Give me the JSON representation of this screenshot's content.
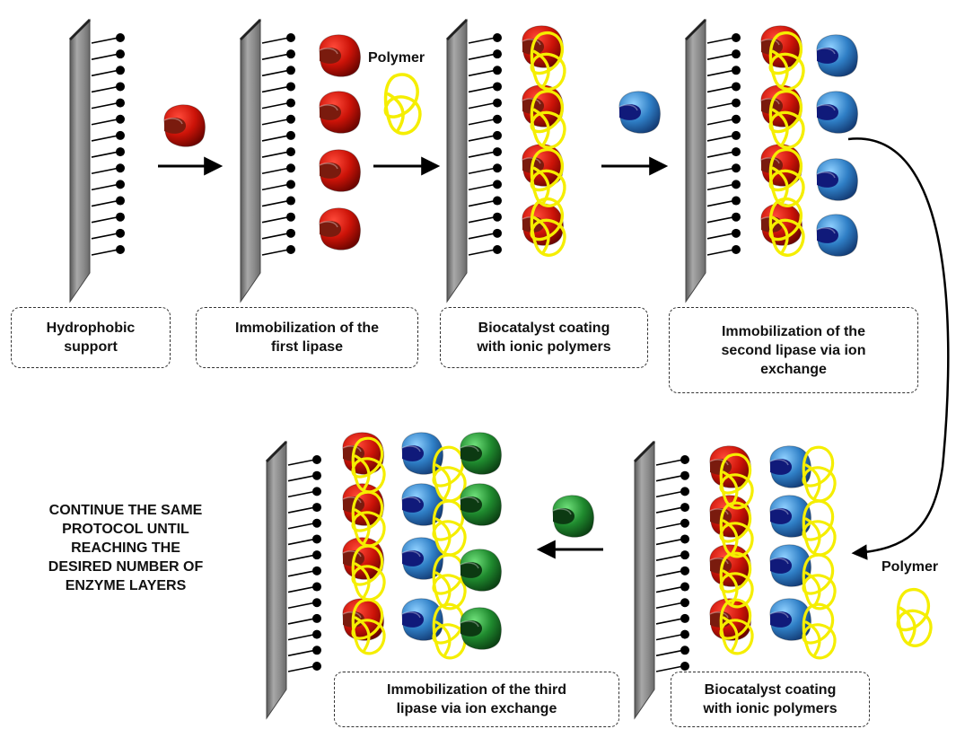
{
  "captions": [
    "Hydrophobic\nsupport",
    "Immobilization of the\nfirst lipase",
    "Biocatalyst coating\nwith ionic polymers",
    "Immobilization of the\nsecond lipase via ion\nexchange",
    "Immobilization of the third\nlipase via ion exchange",
    "Biocatalyst coating\nwith ionic polymers"
  ],
  "labels": {
    "polymer_top": "Polymer",
    "polymer_bottom": "Polymer",
    "continue_note": "CONTINUE THE SAME\nPROTOCOL UNTIL\nREACHING THE\nDESIRED NUMBER OF\nENZYME LAYERS"
  },
  "colors": {
    "first_lipase": "#c8140a",
    "second_lipase": "#2e7fc4",
    "third_lipase": "#1f8a2e",
    "polymer": "#f5ee00",
    "support": "#8c8c8c"
  }
}
